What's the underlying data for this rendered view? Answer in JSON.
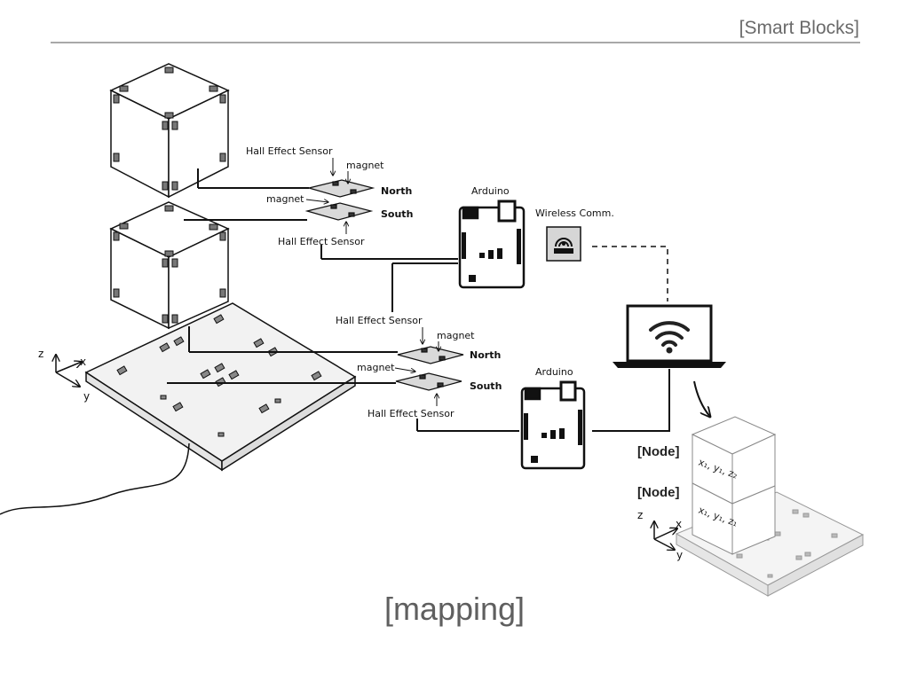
{
  "header": {
    "title": "[Smart Blocks]"
  },
  "caption": "[mapping]",
  "labels": {
    "hall_sensor": "Hall Effect Sensor",
    "magnet": "magnet",
    "north": "North",
    "south": "South",
    "arduino": "Arduino",
    "wireless": "Wireless Comm."
  },
  "axes": {
    "x": "x",
    "y": "y",
    "z": "z"
  },
  "nodes": [
    {
      "label": "[Node]",
      "coord": "x₁, y₁, z₂"
    },
    {
      "label": "[Node]",
      "coord": "x₁, y₁, z₁"
    }
  ],
  "colors": {
    "line": "#111111",
    "plate": "#f2f2f2",
    "accent_gray": "#6a6a6a"
  }
}
